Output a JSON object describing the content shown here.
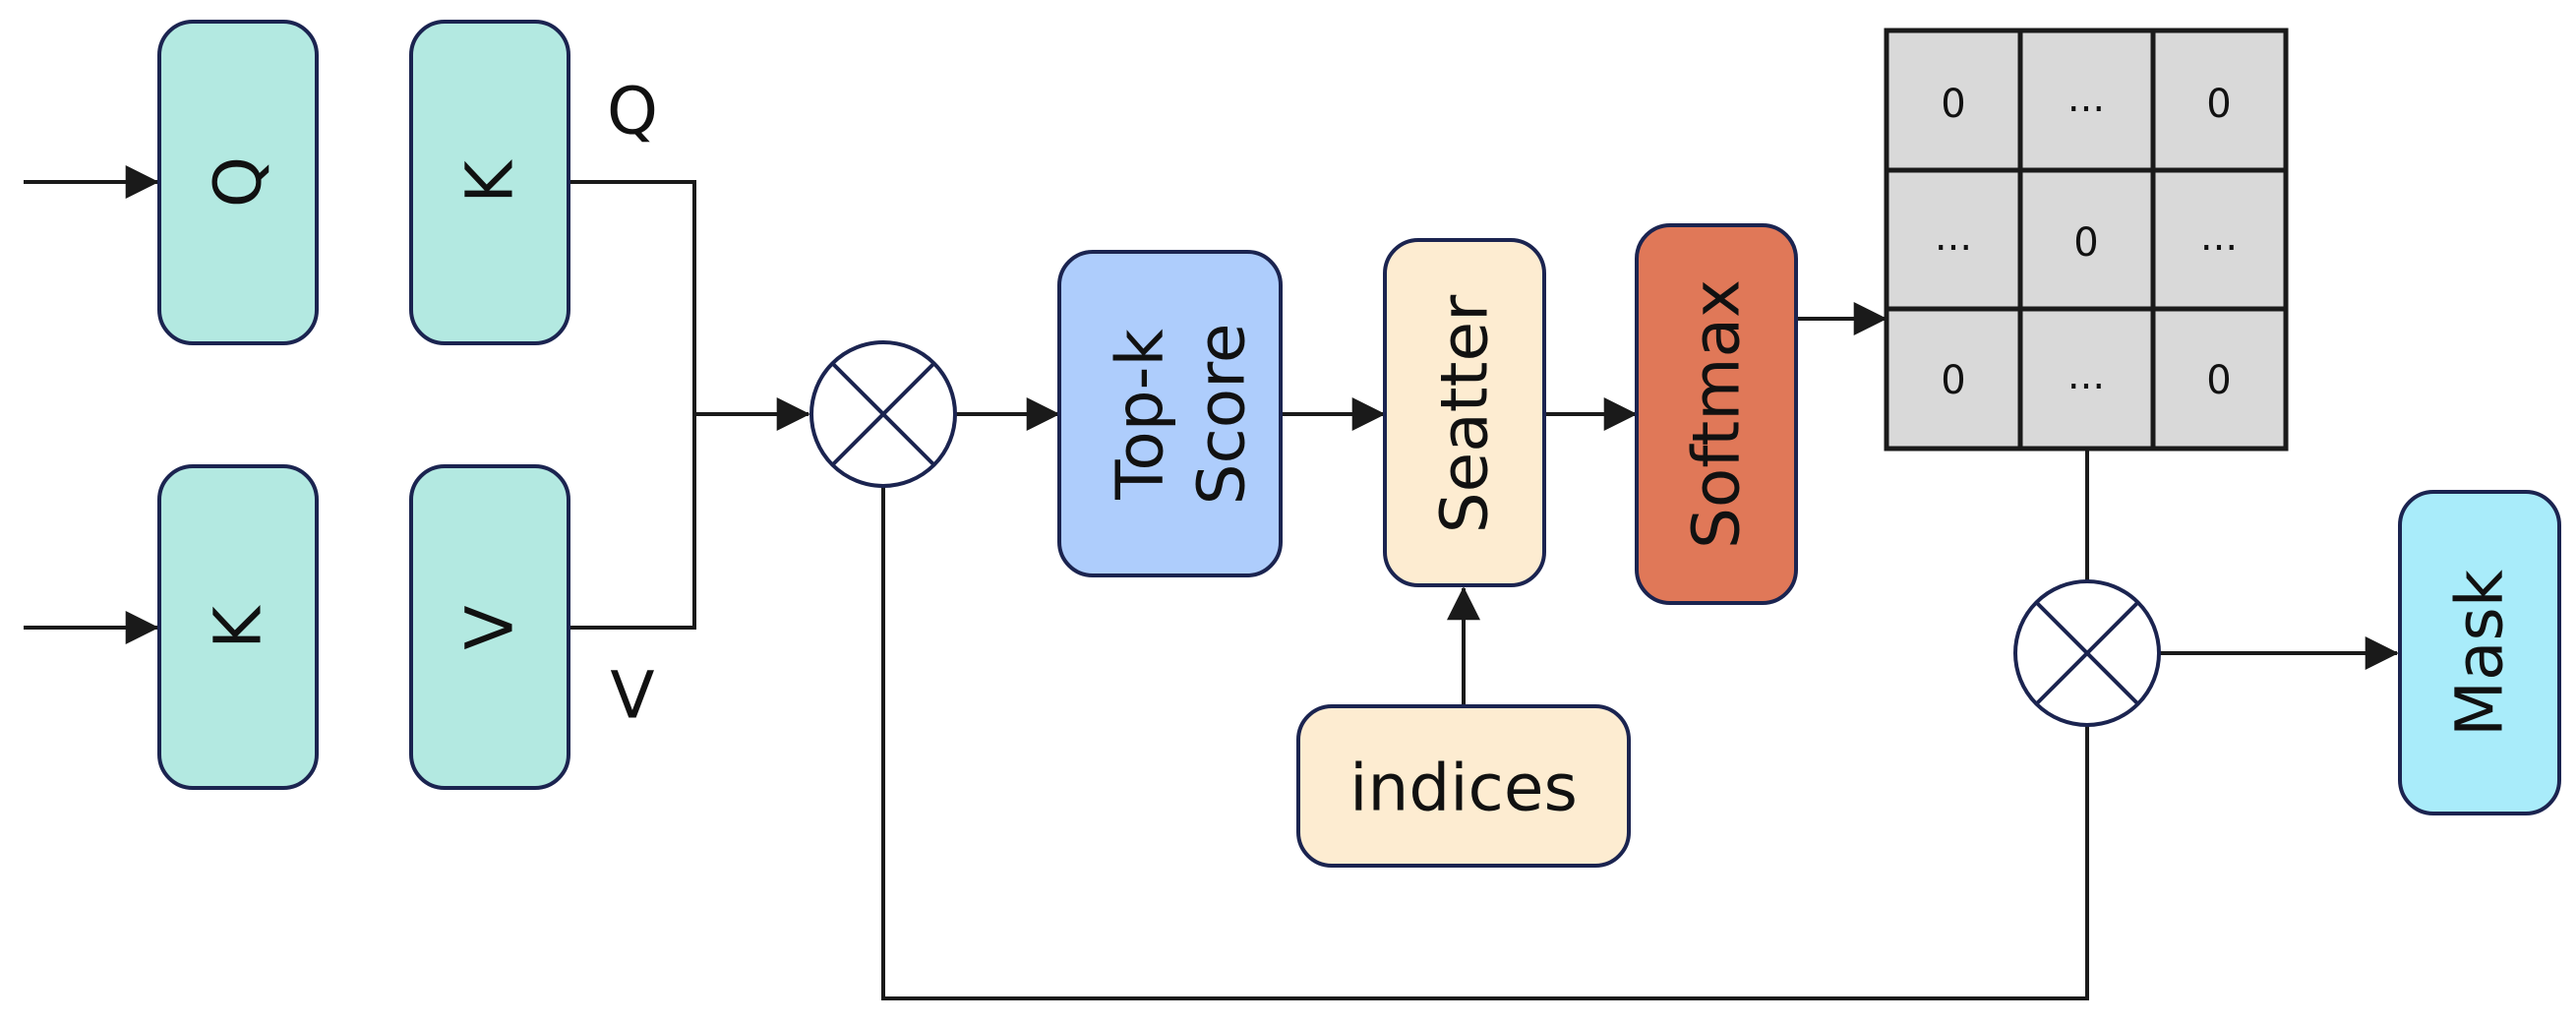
{
  "nodes": {
    "q_box": "Q",
    "k_top_box": "K",
    "k_bottom_box": "K",
    "v_box": "V",
    "topk_line1": "Top-k",
    "topk_line2": "Score",
    "scatter": "Seatter",
    "softmax": "Softmax",
    "indices": "indices",
    "mask": "Mask"
  },
  "side_labels": {
    "q": "Q",
    "v": "V"
  },
  "matrix": [
    [
      "0",
      "...",
      "0"
    ],
    [
      "...",
      "0",
      "..."
    ],
    [
      "0",
      "...",
      "0"
    ]
  ],
  "colors": {
    "qkv_fill": "#b3e9e1",
    "topk_fill": "#aecdfc",
    "scatter_fill": "#fdecd1",
    "softmax_fill": "#e07858",
    "mask_fill": "#a9ecfa",
    "matrix_fill": "#d9d9d9",
    "stroke": "#1b2450"
  }
}
